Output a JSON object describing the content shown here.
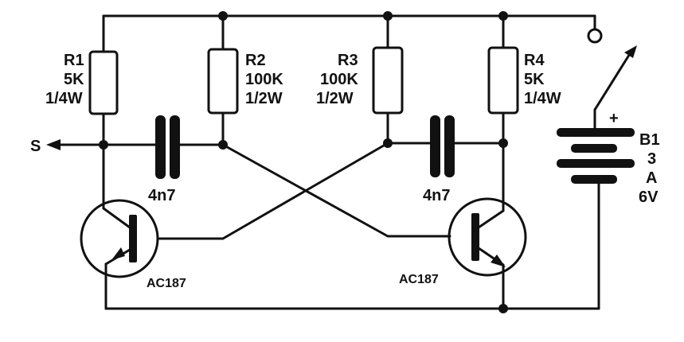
{
  "components": {
    "r1": {
      "name": "R1",
      "value": "5K",
      "rating": "1/4W"
    },
    "r2": {
      "name": "R2",
      "value": "100K",
      "rating": "1/2W"
    },
    "r3": {
      "name": "R3",
      "value": "100K",
      "rating": "1/2W"
    },
    "r4": {
      "name": "R4",
      "value": "5K",
      "rating": "1/4W"
    },
    "c1": {
      "value": "4n7"
    },
    "c2": {
      "value": "4n7"
    },
    "q1": {
      "type": "AC187"
    },
    "q2": {
      "type": "AC187"
    },
    "battery": {
      "name": "B1",
      "line2": "3",
      "line3": "A",
      "voltage": "6V",
      "polarity": "+"
    },
    "output": {
      "label": "S"
    }
  }
}
